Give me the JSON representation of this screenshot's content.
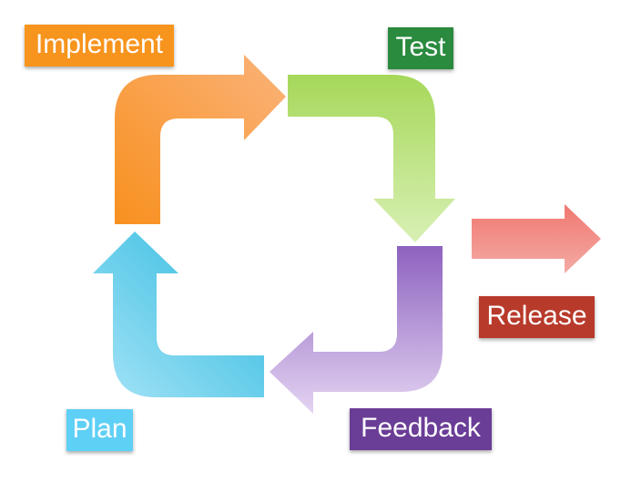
{
  "labels": {
    "implement": "Implement",
    "test": "Test",
    "release": "Release",
    "plan": "Plan",
    "feedback": "Feedback"
  },
  "colors": {
    "implement": "#f7941d",
    "test": "#2a8a3e",
    "release": "#b83a2b",
    "plan": "#5fd0f5",
    "feedback": "#6a3d96",
    "arrow_implement": "#f9a04a",
    "arrow_test": "#b6e07a",
    "arrow_release": "#ee6a62",
    "arrow_plan": "#57c8e6",
    "arrow_feedback": "#a77fd2"
  },
  "cycle_order": [
    "Plan",
    "Implement",
    "Test",
    "Feedback"
  ]
}
